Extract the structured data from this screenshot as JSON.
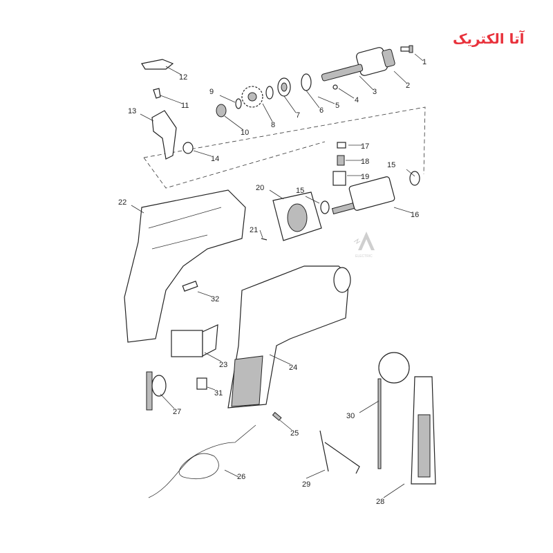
{
  "logo": {
    "text": "آتا الکتریک",
    "color": "#e8323c"
  },
  "watermark": {
    "letter": "A",
    "caption": "ELECTRIC"
  },
  "parts": [
    "1",
    "2",
    "3",
    "4",
    "5",
    "6",
    "7",
    "8",
    "9",
    "10",
    "11",
    "12",
    "13",
    "14",
    "15",
    "15",
    "16",
    "17",
    "18",
    "19",
    "20",
    "21",
    "22",
    "23",
    "24",
    "25",
    "26",
    "27",
    "28",
    "29",
    "30",
    "31",
    "32"
  ]
}
